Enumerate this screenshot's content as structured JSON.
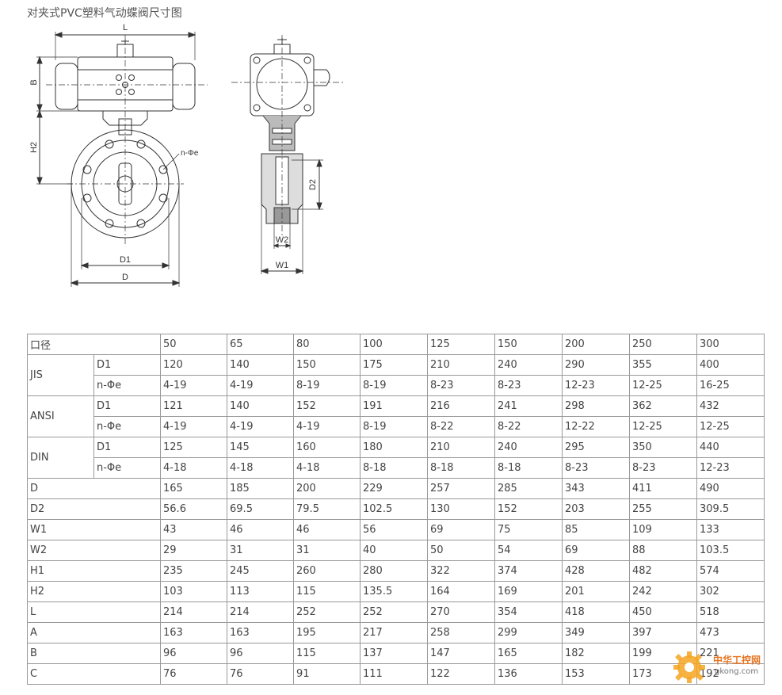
{
  "title": "对夹式PVC塑料气动蝶阀尺寸图",
  "drawing": {
    "labels": {
      "L": "L",
      "B": "B",
      "H2": "H2",
      "D1": "D1",
      "D": "D",
      "n_phi_e": "n-Φe",
      "D2": "D2",
      "W2": "W2",
      "W1": "W1"
    }
  },
  "table": {
    "header": [
      "口径",
      "50",
      "65",
      "80",
      "100",
      "125",
      "150",
      "200",
      "250",
      "300"
    ],
    "groups": [
      {
        "name": "JIS",
        "rows": [
          {
            "label": "D1",
            "values": [
              "120",
              "140",
              "150",
              "175",
              "210",
              "240",
              "290",
              "355",
              "400"
            ]
          },
          {
            "label": "n-Φe",
            "values": [
              "4-19",
              "4-19",
              "8-19",
              "8-19",
              "8-23",
              "8-23",
              "12-23",
              "12-25",
              "16-25"
            ]
          }
        ]
      },
      {
        "name": "ANSI",
        "rows": [
          {
            "label": "D1",
            "values": [
              "121",
              "140",
              "152",
              "191",
              "216",
              "241",
              "298",
              "362",
              "432"
            ]
          },
          {
            "label": "n-Φe",
            "values": [
              "4-19",
              "4-19",
              "4-19",
              "8-19",
              "8-22",
              "8-22",
              "12-22",
              "12-25",
              "12-25"
            ]
          }
        ]
      },
      {
        "name": "DIN",
        "rows": [
          {
            "label": "D1",
            "values": [
              "125",
              "145",
              "160",
              "180",
              "210",
              "240",
              "295",
              "350",
              "440"
            ]
          },
          {
            "label": "n-Φe",
            "values": [
              "4-18",
              "4-18",
              "4-18",
              "8-18",
              "8-18",
              "8-18",
              "8-23",
              "8-23",
              "12-23"
            ]
          }
        ]
      }
    ],
    "rows": [
      {
        "label": "D",
        "values": [
          "165",
          "185",
          "200",
          "229",
          "257",
          "285",
          "343",
          "411",
          "490"
        ]
      },
      {
        "label": "D2",
        "values": [
          "56.6",
          "69.5",
          "79.5",
          "102.5",
          "130",
          "152",
          "203",
          "255",
          "309.5"
        ]
      },
      {
        "label": "W1",
        "values": [
          "43",
          "46",
          "46",
          "56",
          "69",
          "75",
          "85",
          "109",
          "133"
        ]
      },
      {
        "label": "W2",
        "values": [
          "29",
          "31",
          "31",
          "40",
          "50",
          "54",
          "69",
          "88",
          "103.5"
        ]
      },
      {
        "label": "H1",
        "values": [
          "235",
          "245",
          "260",
          "280",
          "322",
          "374",
          "428",
          "482",
          "574"
        ]
      },
      {
        "label": "H2",
        "values": [
          "103",
          "113",
          "115",
          "135.5",
          "164",
          "169",
          "201",
          "242",
          "302"
        ]
      },
      {
        "label": "L",
        "values": [
          "214",
          "214",
          "252",
          "252",
          "270",
          "354",
          "418",
          "450",
          "518"
        ]
      },
      {
        "label": "A",
        "values": [
          "163",
          "163",
          "195",
          "217",
          "258",
          "299",
          "349",
          "397",
          "473"
        ]
      },
      {
        "label": "B",
        "values": [
          "96",
          "96",
          "115",
          "137",
          "147",
          "165",
          "182",
          "199",
          "221"
        ]
      },
      {
        "label": "C",
        "values": [
          "76",
          "76",
          "91",
          "111",
          "122",
          "136",
          "153",
          "173",
          "192"
        ]
      }
    ]
  },
  "watermark": {
    "name": "中华工控网",
    "url": "gkong.com",
    "color": "#e8731e"
  }
}
